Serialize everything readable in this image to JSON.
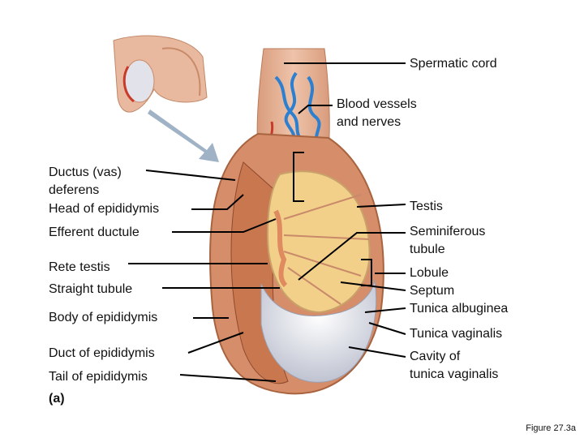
{
  "labels": {
    "spermatic_cord": "Spermatic cord",
    "blood_vessels": "Blood vessels\nand nerves",
    "ductus_deferens": "Ductus (vas)\ndeferens",
    "head_epididymis": "Head of epididymis",
    "efferent_ductule": "Efferent ductule",
    "rete_testis": "Rete testis",
    "straight_tubule": "Straight tubule",
    "body_epididymis": "Body of epididymis",
    "duct_epididymis": "Duct of epididymis",
    "tail_epididymis": "Tail of epididymis",
    "panel": "(a)",
    "testis": "Testis",
    "seminiferous_tubule": "Seminiferous\ntubule",
    "lobule": "Lobule",
    "septum": "Septum",
    "tunica_albuginea": "Tunica albuginea",
    "tunica_vaginalis": "Tunica vaginalis",
    "cavity_tunica_vaginalis": "Cavity of\ntunica vaginalis"
  },
  "figure_caption": "Figure 27.3a",
  "colors": {
    "skin": "#e7b59a",
    "skin_dark": "#c98a6a",
    "epididymis": "#c8774f",
    "tubule": "#f2d08a",
    "tunica": "#e9e9ef",
    "vessel_blue": "#2d7fd0",
    "vessel_red": "#c83a2a",
    "line": "#000000"
  },
  "icons": [
    "arrow-icon"
  ]
}
